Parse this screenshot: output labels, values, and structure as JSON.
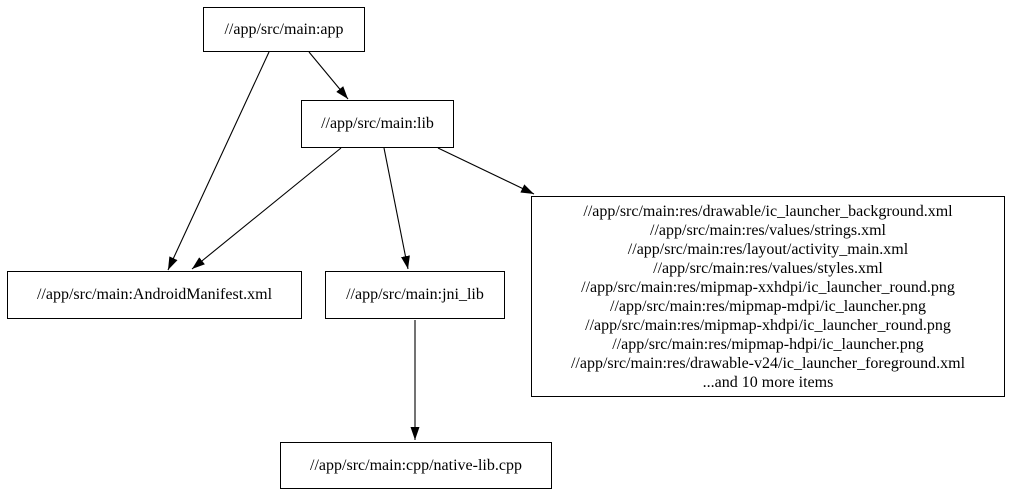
{
  "diagram": {
    "type": "dependency-graph",
    "background_color": "#ffffff",
    "node_border_color": "#000000",
    "text_color": "#000000",
    "nodes": {
      "app": {
        "label": "//app/src/main:app"
      },
      "lib": {
        "label": "//app/src/main:lib"
      },
      "manifest": {
        "label": "//app/src/main:AndroidManifest.xml"
      },
      "jni_lib": {
        "label": "//app/src/main:jni_lib"
      },
      "res_group": {
        "lines": [
          "//app/src/main:res/drawable/ic_launcher_background.xml",
          "//app/src/main:res/values/strings.xml",
          "//app/src/main:res/layout/activity_main.xml",
          "//app/src/main:res/values/styles.xml",
          "//app/src/main:res/mipmap-xxhdpi/ic_launcher_round.png",
          "//app/src/main:res/mipmap-mdpi/ic_launcher.png",
          "//app/src/main:res/mipmap-xhdpi/ic_launcher_round.png",
          "//app/src/main:res/mipmap-hdpi/ic_launcher.png",
          "//app/src/main:res/drawable-v24/ic_launcher_foreground.xml",
          "...and 10 more items"
        ]
      },
      "native_lib": {
        "label": "//app/src/main:cpp/native-lib.cpp"
      }
    },
    "edges": [
      {
        "from": "app",
        "to": "lib"
      },
      {
        "from": "app",
        "to": "manifest"
      },
      {
        "from": "lib",
        "to": "manifest"
      },
      {
        "from": "lib",
        "to": "jni_lib"
      },
      {
        "from": "lib",
        "to": "res_group"
      },
      {
        "from": "jni_lib",
        "to": "native_lib"
      }
    ]
  }
}
